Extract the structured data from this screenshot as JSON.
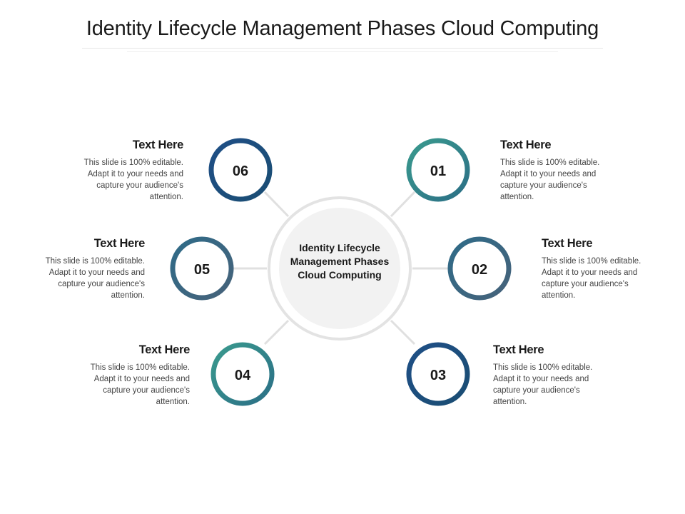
{
  "title": "Identity Lifecycle Management Phases Cloud Computing",
  "center_label": "Identity Lifecycle Management Phases Cloud Computing",
  "colors": {
    "ring_teal": "#2e8b85",
    "ring_slate": "#3a6586",
    "ring_navy": "#1d4e7e",
    "connector": "#e0e0e0",
    "center_fill": "#f2f2f2",
    "center_ring": "#e3e3e3"
  },
  "phases": [
    {
      "number": "01",
      "heading": "Text Here",
      "body": "This slide is 100% editable. Adapt it to your needs and capture your audience's attention."
    },
    {
      "number": "02",
      "heading": "Text Here",
      "body": "This slide is 100% editable. Adapt it to your needs and capture your audience's attention."
    },
    {
      "number": "03",
      "heading": "Text Here",
      "body": "This slide is 100% editable. Adapt it to your needs and capture your audience's attention."
    },
    {
      "number": "04",
      "heading": "Text Here",
      "body": "This slide is 100% editable. Adapt it to your needs and capture your audience's attention."
    },
    {
      "number": "05",
      "heading": "Text Here",
      "body": "This slide is 100% editable. Adapt it to your needs and capture your audience's attention."
    },
    {
      "number": "06",
      "heading": "Text Here",
      "body": "This slide is 100% editable. Adapt it to your needs and capture your audience's attention."
    }
  ]
}
